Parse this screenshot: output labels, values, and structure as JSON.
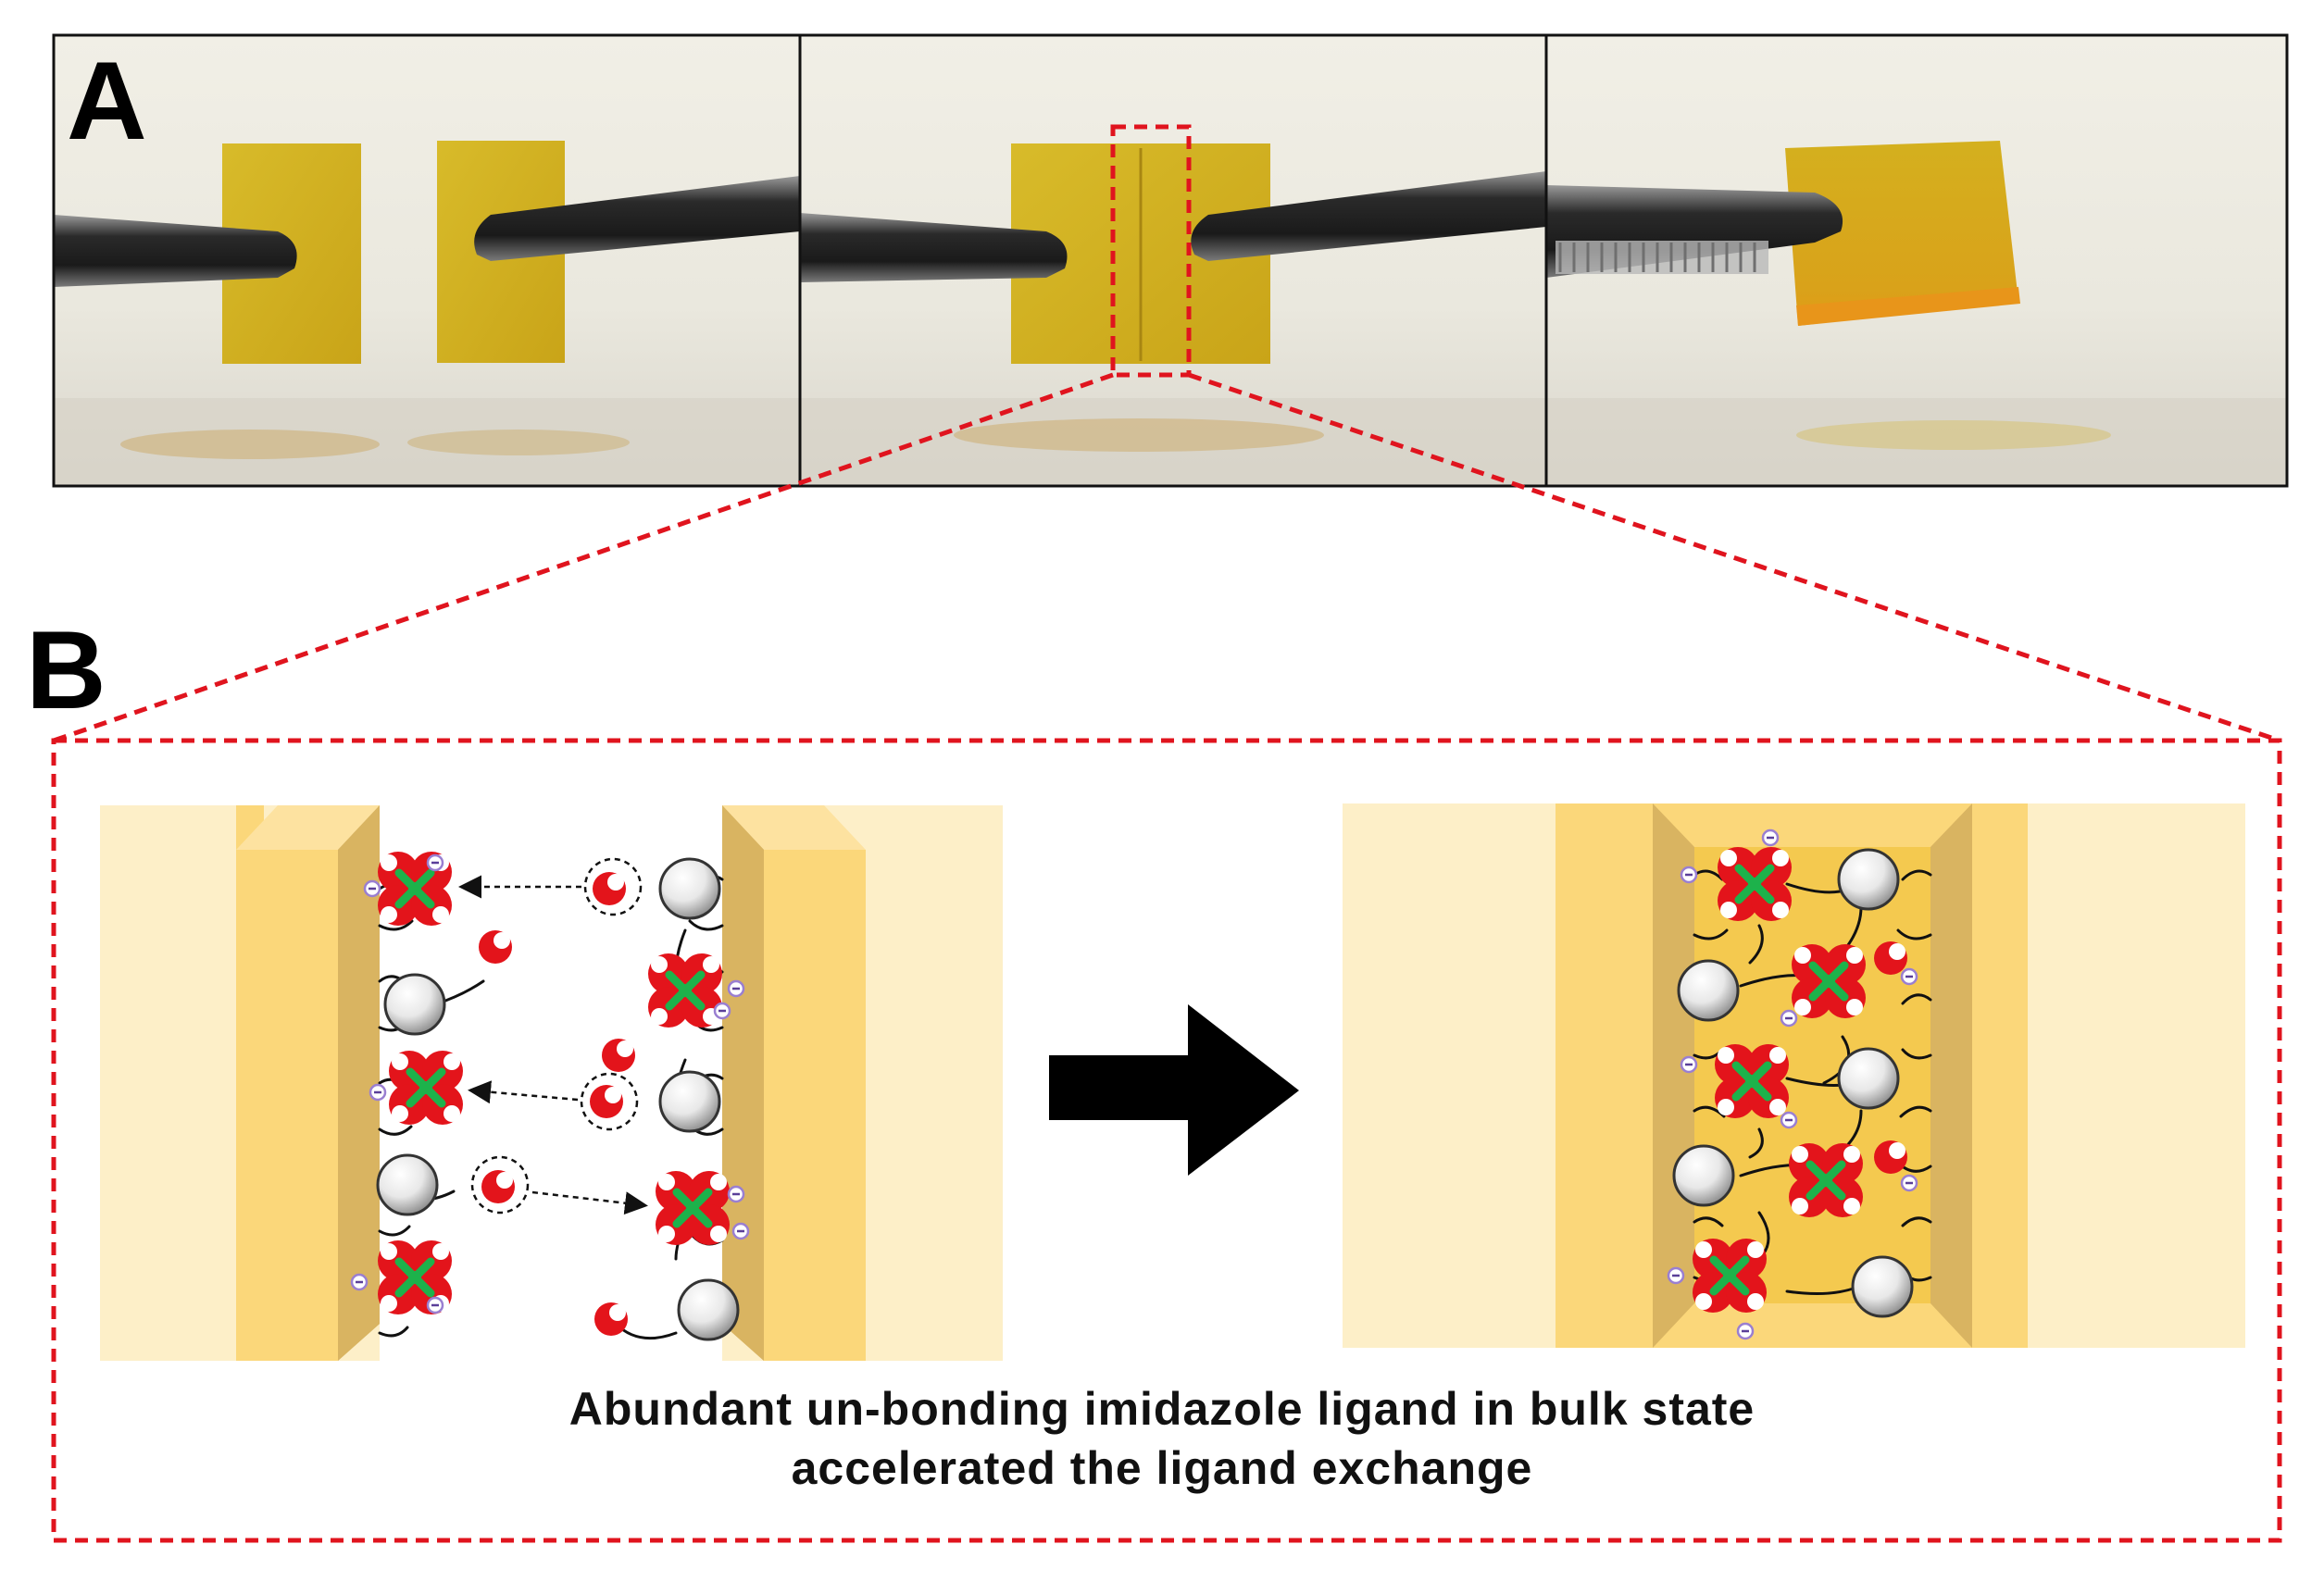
{
  "panels": {
    "a": {
      "label": "A"
    },
    "b": {
      "label": "B"
    }
  },
  "photos": [
    {
      "name": "separated-pieces"
    },
    {
      "name": "pieces-in-contact"
    },
    {
      "name": "healed-piece"
    }
  ],
  "caption": {
    "line1": "Abundant un-bonding imidazole ligand in bulk state",
    "line2": "accelerated the ligand exchange"
  },
  "colors": {
    "highlight_dash": "#e0141e",
    "gel_yellow": "#d4b21c",
    "slab_light": "#fdefc8",
    "slab_face": "#fbd77a",
    "slab_side": "#d9b461",
    "ligand_red": "#e3141b",
    "metal_green": "#1db24b",
    "anion_purple": "#9a7fd1"
  },
  "icons": {
    "arrow": "right-block-arrow",
    "metal_complex": "red-petal-green-cross",
    "particle": "white-sphere",
    "free_ligand": "red-crescent",
    "counter_anion": "purple-minus-circle"
  }
}
